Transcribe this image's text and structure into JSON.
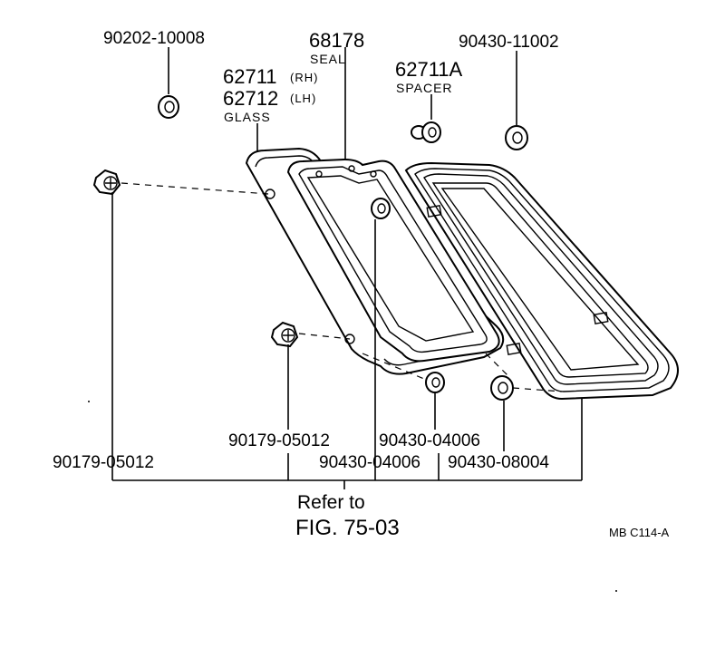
{
  "callouts": {
    "p_90202_10008": "90202-10008",
    "p_68178": "68178",
    "seal": "SEAL",
    "p_62711": "62711",
    "rh": "(RH)",
    "p_62712": "62712",
    "lh": "(LH)",
    "glass": "GLASS",
    "p_62711a": "62711A",
    "spacer": "SPACER",
    "p_90430_11002": "90430-11002",
    "p_90179_05012_left": "90179-05012",
    "p_90179_05012_mid": "90179-05012",
    "p_90430_04006_a": "90430-04006",
    "p_90430_04006_b": "90430-04006",
    "p_90430_08004": "90430-08004"
  },
  "reference": {
    "line1": "Refer to",
    "line2": "FIG. 75-03"
  },
  "figure_code": "MB  C114-A"
}
